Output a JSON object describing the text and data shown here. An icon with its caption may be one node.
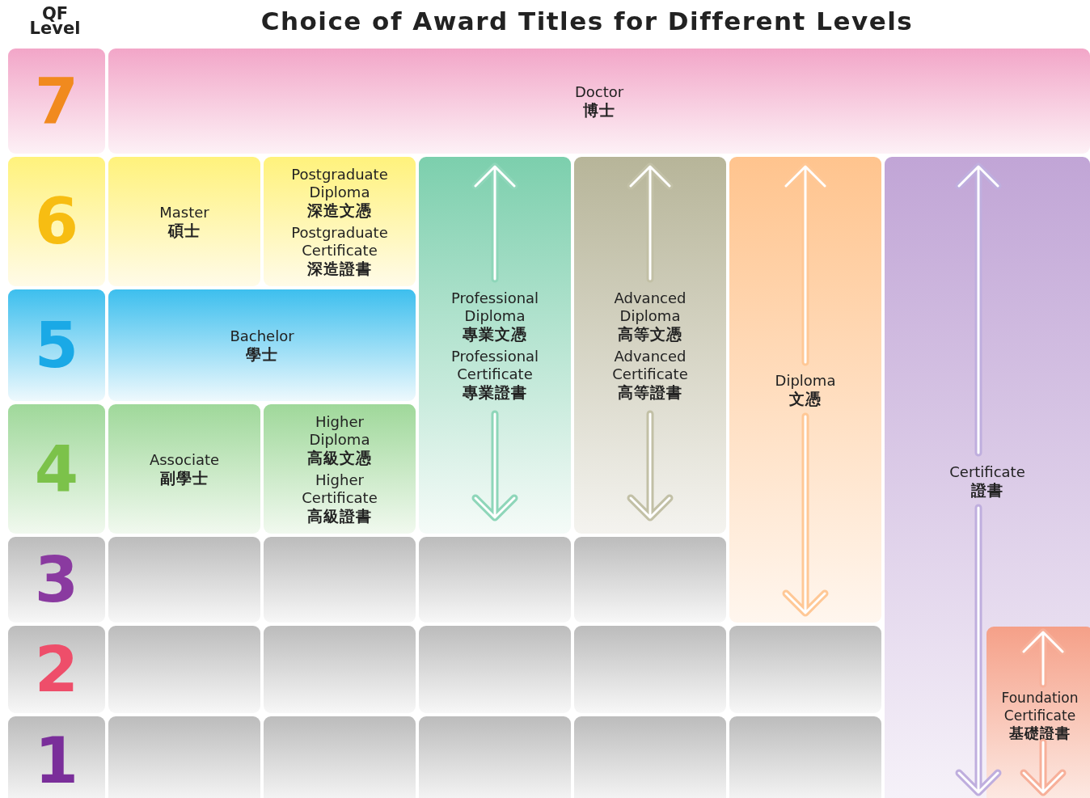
{
  "diagram": {
    "title": "Choice of Award Titles for Different Levels",
    "nodes": [
      {
        "text": [
          "7"
        ]
      },
      {
        "text": [
          "Doctor 博士"
        ]
      },
      {
        "text": [
          "6"
        ]
      },
      {
        "text": [
          "Master 碩士"
        ]
      },
      {
        "text": [
          "Postgraduate Diploma 深造文憑",
          "Postgraduate Certificate 深造證書"
        ]
      },
      {
        "text": [
          "Professional Diploma 專業文憑",
          "Professional Certificate 專業證書"
        ]
      },
      {
        "text": [
          "Advanced Diploma 高等文憑",
          "Advanced Certificate 高等證書"
        ]
      },
      {
        "text": [
          "Diploma 文憑"
        ]
      },
      {
        "text": [
          "Certificate 證書"
        ]
      },
      {
        "text": [
          "5"
        ]
      },
      {
        "text": [
          "Bachelor 學士"
        ]
      },
      {
        "text": [
          "4"
        ]
      },
      {
        "text": [
          "Associate 副學士"
        ]
      },
      {
        "text": [
          "Higher Diploma 高級文憑",
          "Higher Certificate 高級證書"
        ]
      },
      {
        "text": [
          "3"
        ]
      },
      {
        "text": [],
        "shape": "box"
      },
      {
        "text": [],
        "shape": "box"
      },
      {
        "text": [],
        "shape": "box"
      },
      {
        "text": [],
        "shape": "box"
      },
      {
        "text": [
          "2"
        ]
      },
      {
        "text": [],
        "shape": "box"
      },
      {
        "text": [],
        "shape": "box"
      },
      {
        "text": [],
        "shape": "box"
      },
      {
        "text": [],
        "shape": "box"
      },
      {
        "text": [],
        "shape": "box"
      },
      {
        "text": [
          "Foundation Certificate 基礎證書"
        ],
        "in": 8
      },
      {
        "text": [
          "1"
        ]
      },
      {
        "text": [],
        "shape": "box"
      },
      {
        "text": [],
        "shape": "box"
      },
      {
        "text": [],
        "shape": "box"
      },
      {
        "text": [],
        "shape": "box"
      },
      {
        "text": [],
        "shape": "box"
      }
    ],
    "labels": [
      "QF Level"
    ]
  }
}
